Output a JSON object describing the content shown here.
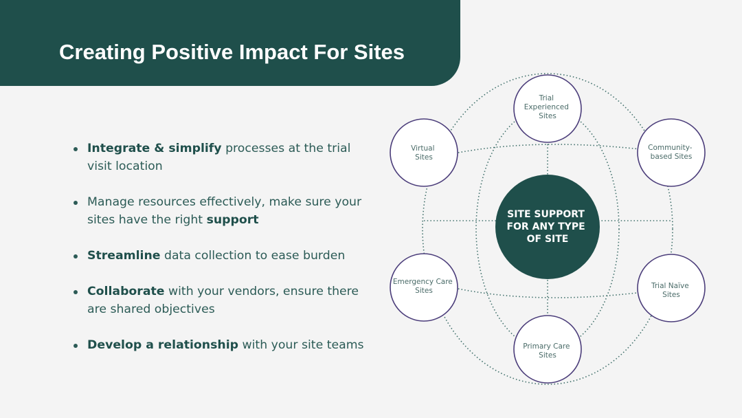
{
  "title": "Creating Positive Impact For Sites",
  "bullets": [
    {
      "bold": "Integrate & simplify",
      "text": " processes at the trial visit location"
    },
    {
      "before": "Manage resources effectively, make sure your sites have the right ",
      "bold": "support"
    },
    {
      "bold": "Streamline",
      "text": " data collection to ease burden"
    },
    {
      "bold": "Collaborate",
      "text": " with your vendors, ensure there are shared objectives"
    },
    {
      "bold": "Develop a relationship",
      "text": " with your site teams"
    }
  ],
  "diagram": {
    "center": {
      "lines": [
        "SITE SUPPORT",
        "FOR ANY TYPE",
        "OF SITE"
      ]
    },
    "nodes": [
      {
        "id": "trial-experienced",
        "lines": [
          "Trial",
          "Experienced",
          "Sites"
        ]
      },
      {
        "id": "community-based",
        "lines": [
          "Community-",
          "based Sites"
        ]
      },
      {
        "id": "trial-naive",
        "lines": [
          "Trial Naïve",
          "Sites"
        ]
      },
      {
        "id": "primary-care",
        "lines": [
          "Primary Care",
          "Sites"
        ]
      },
      {
        "id": "emergency-care",
        "lines": [
          "Emergency Care",
          "Sites"
        ]
      },
      {
        "id": "virtual",
        "lines": [
          "Virtual",
          "Sites"
        ]
      }
    ]
  },
  "colors": {
    "banner": "#1f4f4b",
    "center_fill": "#1f4f4b",
    "node_stroke": "#4b3d7a",
    "dotted_lines": "#3f6f6a"
  }
}
